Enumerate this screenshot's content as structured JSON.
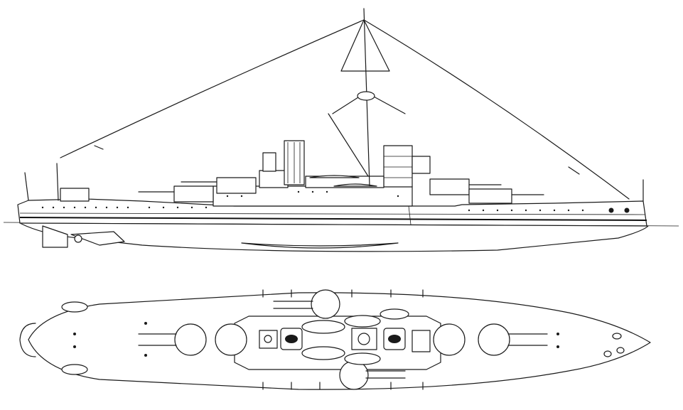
{
  "figure": {
    "subject": "battleship-line-drawing",
    "views": [
      {
        "id": "profile-view"
      },
      {
        "id": "plan-view"
      }
    ],
    "line_color": "#1a1a1a",
    "background_color": "#ffffff"
  }
}
